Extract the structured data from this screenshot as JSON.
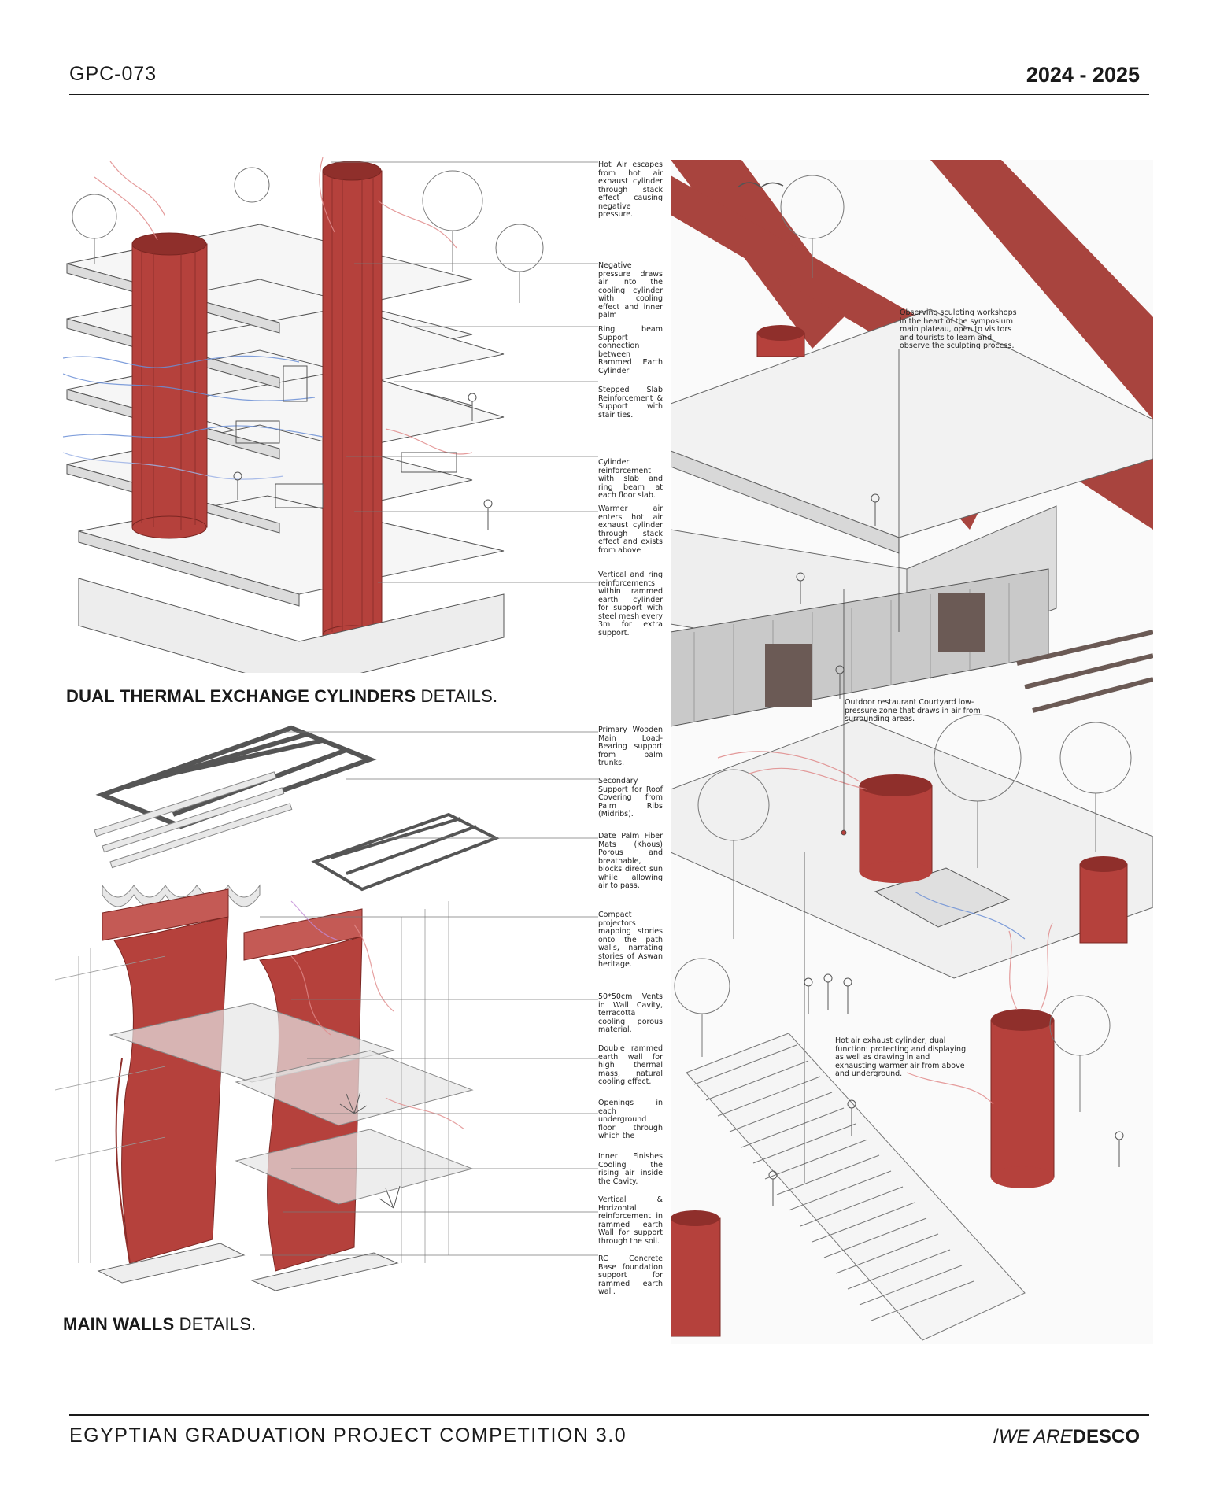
{
  "header": {
    "code": "GPC-073",
    "years": "2024 - 2025"
  },
  "sections": {
    "cylinders": {
      "title_bold": "DUAL THERMAL EXCHANGE CYLINDERS",
      "title_rest": " DETAILS."
    },
    "walls": {
      "title_bold": "MAIN WALLS",
      "title_rest": " DETAILS."
    }
  },
  "cylinder_notes": [
    "Hot Air escapes from hot air exhaust cylinder through stack effect causing negative pressure.",
    "Negative pressure draws air into the cooling cylinder with cooling effect and inner palm",
    "Ring beam Support connection between Rammed Earth Cylinder",
    "Stepped Slab Reinforcement & Support with stair ties.",
    "Cylinder reinforcement with slab and ring beam at each floor slab.",
    "Warmer air enters hot air exhaust cylinder through stack effect and exists from above",
    "Vertical and ring reinforcements within rammed earth cylinder for support with steel mesh every 3m for extra support."
  ],
  "wall_notes": [
    "Primary Wooden Main Load-Bearing support from palm trunks.",
    "Secondary Support for Roof Covering from Palm Ribs (Midribs).",
    "Date Palm Fiber Mats (Khous) Porous and breathable, blocks direct sun while allowing air to pass.",
    "Compact projectors mapping stories onto the path walls, narrating stories of Aswan heritage.",
    "50*50cm Vents in Wall Cavity, terracotta cooling porous material.",
    "Double rammed earth wall for high thermal mass, natural cooling effect.",
    "Openings in each underground floor through which the",
    "Inner Finishes Cooling the rising air inside the Cavity.",
    "Vertical & Horizontal reinforcement in rammed earth Wall for support through the soil.",
    "RC Concrete Base foundation support for rammed earth wall."
  ],
  "perspective_notes": {
    "workshops": "Observing sculpting workshops in the heart of the symposium main plateau, open to visitors and tourists to learn and observe the sculpting process.",
    "restaurant": "Outdoor restaurant Courtyard low-pressure zone that draws in air from surrounding areas.",
    "exhaust": "Hot air exhaust cylinder, dual function: protecting and displaying as well as drawing in and exhausting warmer air from above and underground."
  },
  "footer": {
    "title": "EGYPTIAN GRADUATION PROJECT COMPETITION 3.0",
    "brand_slash": "/",
    "brand_we": "WE ARE",
    "brand_name": "DESCO"
  },
  "colors": {
    "earth_red": "#b5413c",
    "earth_dark": "#8f2f2b",
    "ink": "#1a1a1a",
    "slab": "#f3f3f3",
    "air_cool": "#6b8fd6",
    "air_warm": "#e08a8a"
  },
  "icons": [
    "tree-icon",
    "person-icon",
    "bird-icon",
    "palm-icon"
  ]
}
